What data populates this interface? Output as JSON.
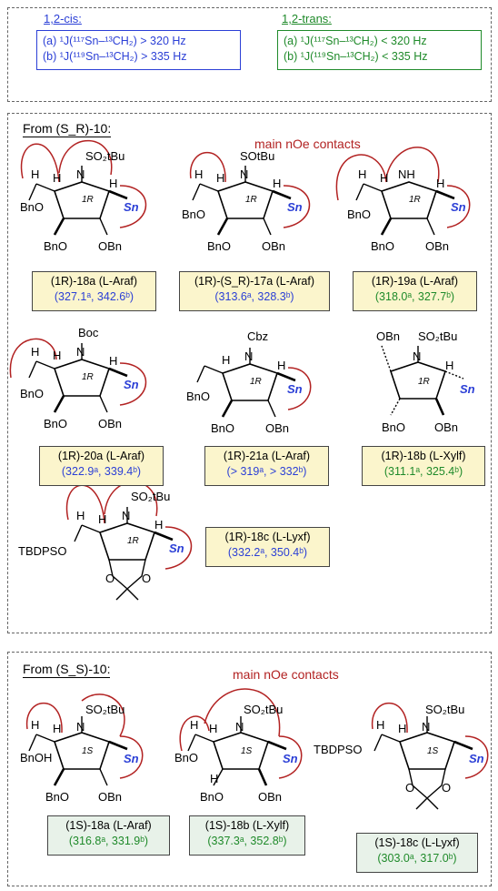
{
  "legend": {
    "cis": {
      "title": "1,2-cis:",
      "a": "(a) ¹J(¹¹⁷Sn–¹³CH₂) > 320 Hz",
      "b": "(b) ¹J(¹¹⁹Sn–¹³CH₂) > 335 Hz",
      "color": "#2b3fd6"
    },
    "trans": {
      "title": "1,2-trans:",
      "a": "(a) ¹J(¹¹⁷Sn–¹³CH₂) < 320 Hz",
      "b": "(b) ¹J(¹¹⁹Sn–¹³CH₂) < 335 Hz",
      "color": "#1f8a2a"
    }
  },
  "section1": {
    "from": "From (S_R)-10:",
    "noe": "main nOe contacts",
    "compounds": [
      {
        "name": "(1R)-18a (L-Araf)",
        "values": "(327.1ᵃ, 342.6ᵇ)"
      },
      {
        "name": "(1R)-(S_R)-17a (L-Araf)",
        "values": "(313.6ᵃ, 328.3ᵇ)"
      },
      {
        "name": "(1R)-19a (L-Araf)",
        "values": "(318.0ᵃ, 327.7ᵇ)"
      },
      {
        "name": "(1R)-20a (L-Araf)",
        "values": "(322.9ᵃ, 339.4ᵇ)"
      },
      {
        "name": "(1R)-21a (L-Araf)",
        "values": "(> 319ᵃ, > 332ᵇ)"
      },
      {
        "name": "(1R)-18b (L-Xylf)",
        "values": "(311.1ᵃ, 325.4ᵇ)"
      },
      {
        "name": "(1R)-18c (L-Lyxf)",
        "values": "(332.2ᵃ, 350.4ᵇ)"
      }
    ]
  },
  "section2": {
    "from": "From (S_S)-10:",
    "noe": "main nOe contacts",
    "compounds": [
      {
        "name": "(1S)-18a (L-Araf)",
        "values": "(316.8ᵃ, 331.9ᵇ)"
      },
      {
        "name": "(1S)-18b (L-Xylf)",
        "values": "(337.3ᵃ, 352.8ᵇ)"
      },
      {
        "name": "(1S)-18c (L-Lyxf)",
        "values": "(303.0ᵃ, 317.0ᵇ)"
      }
    ]
  },
  "struct": {
    "sn": "Sn",
    "bno": "BnO",
    "obn": "OBn",
    "h": "H",
    "n": "N",
    "nh": "NH",
    "so2tbu": "SO₂tBu",
    "sotbu": "SOtBu",
    "boc": "Boc",
    "cbz": "Cbz",
    "tbdpso": "TBDPSO",
    "o": "O",
    "r1": "1R",
    "s1": "1S"
  }
}
